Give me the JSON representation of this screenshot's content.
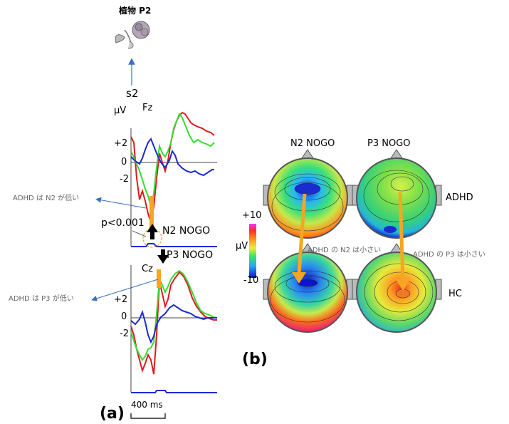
{
  "stimulus": {
    "label": "植物 P2",
    "icon": "flower-icon",
    "s2": "s2"
  },
  "panel_a": {
    "label": "(a)",
    "fz": {
      "unit": "μV",
      "electrode": "Fz",
      "ticks": [
        "+2",
        "0",
        "-2"
      ]
    },
    "cz": {
      "electrode": "Cz",
      "ticks": [
        "+2",
        "0",
        "-2"
      ]
    },
    "n2_label": "N2 NOGO",
    "p3_label": "P3 NOGO",
    "pvalue": "p<0.001",
    "scale": "400 ms",
    "note_n2": "ADHD は N2 が低い",
    "note_p3": "ADHD は P3 が低い",
    "trace_colors": {
      "red": "#e0191f",
      "green": "#33dd33",
      "blue": "#1a2bd0"
    }
  },
  "panel_b": {
    "label": "(b)",
    "columns": [
      "N2 NOGO",
      "P3 NOGO"
    ],
    "rows": [
      "ADHD",
      "HC"
    ],
    "colorbar": {
      "max": "+10",
      "unit": "μV",
      "min": "-10"
    },
    "note_n2": "ADHD の N2 は小さい",
    "note_p3": "ADHD の P3 は小さい",
    "arrow_color": "#f5a623"
  }
}
